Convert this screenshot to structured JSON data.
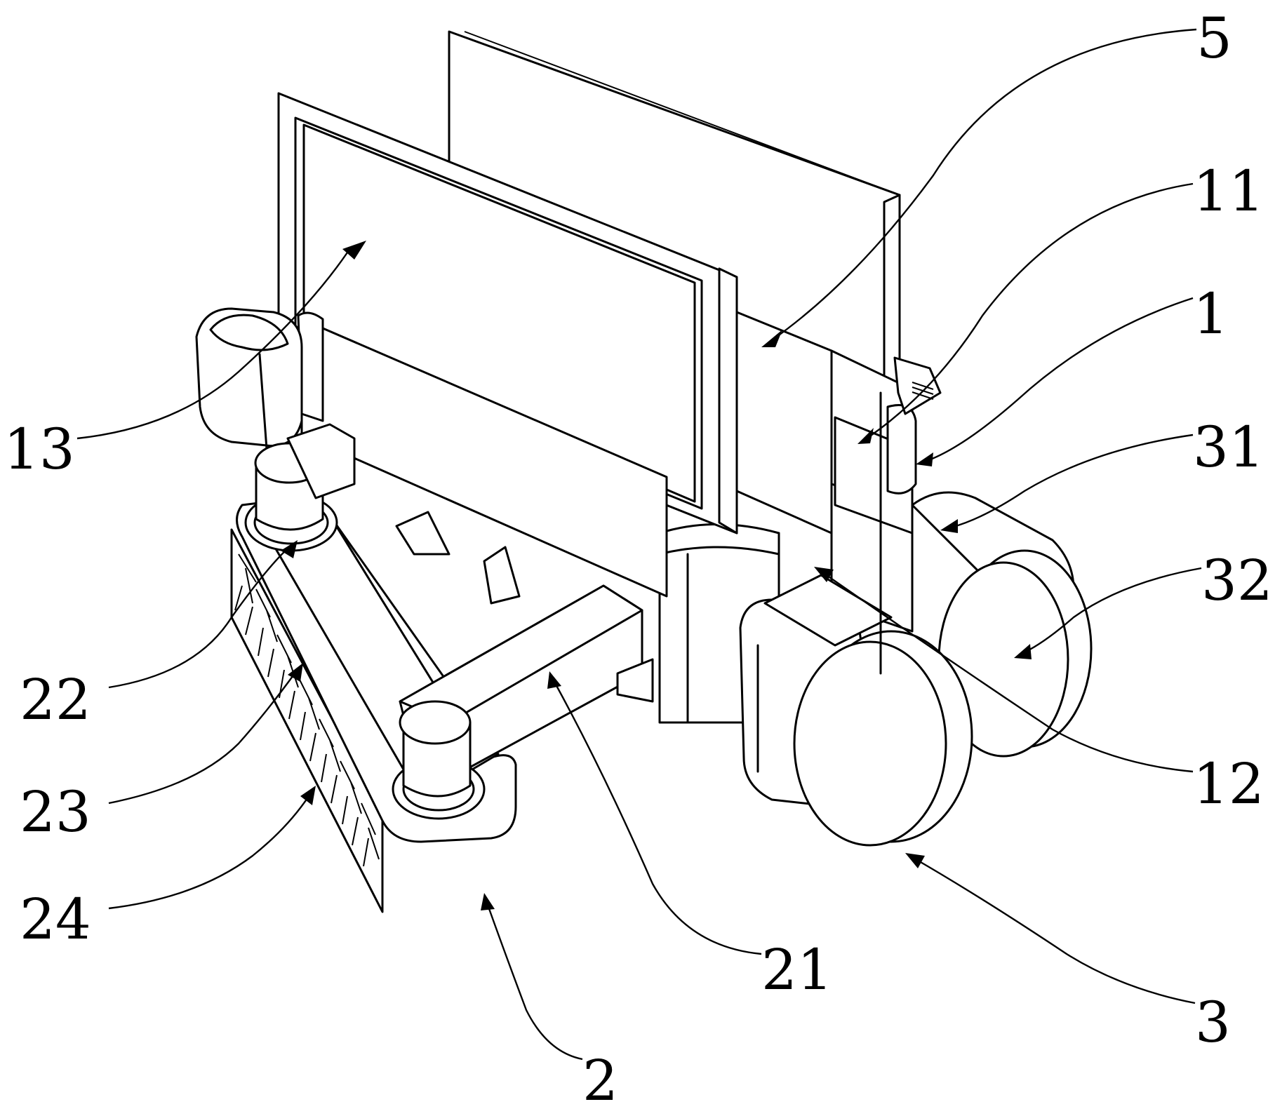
{
  "labels": {
    "l5": "5",
    "l11": "11",
    "l1": "1",
    "l31": "31",
    "l32": "32",
    "l12": "12",
    "l3": "3",
    "l21": "21",
    "l2": "2",
    "l24": "24",
    "l23": "23",
    "l22": "22",
    "l13": "13"
  }
}
